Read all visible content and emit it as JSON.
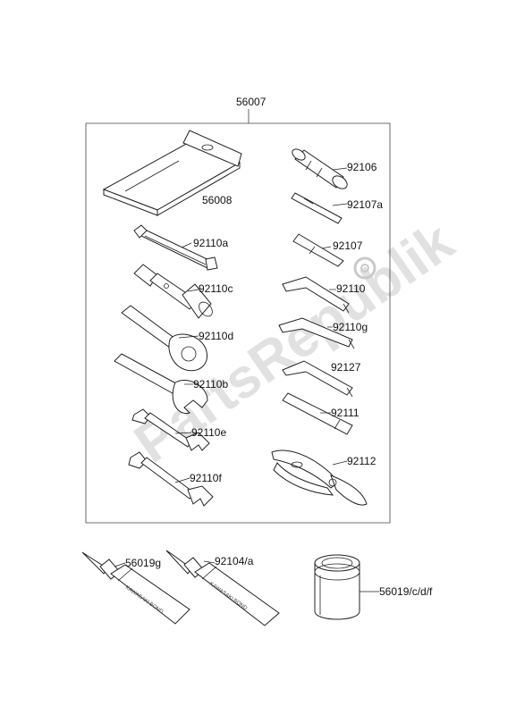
{
  "watermark": "PartsRepublik",
  "kit_label": "56007",
  "labels": {
    "p56008": "56008",
    "p92110a": "92110a",
    "p92110c": "92110c",
    "p92110d": "92110d",
    "p92110b": "92110b",
    "p92110e": "92110e",
    "p92110f": "92110f",
    "p92106": "92106",
    "p92107a": "92107a",
    "p92107": "92107",
    "p92110": "92110",
    "p92110g": "92110g",
    "p92127": "92127",
    "p92111": "92111",
    "p92112": "92112",
    "p56019g": "56019g",
    "p92104a": "92104/a",
    "p56019cdf": "56019/c/d/f"
  },
  "icons": [
    "gear-icon"
  ]
}
